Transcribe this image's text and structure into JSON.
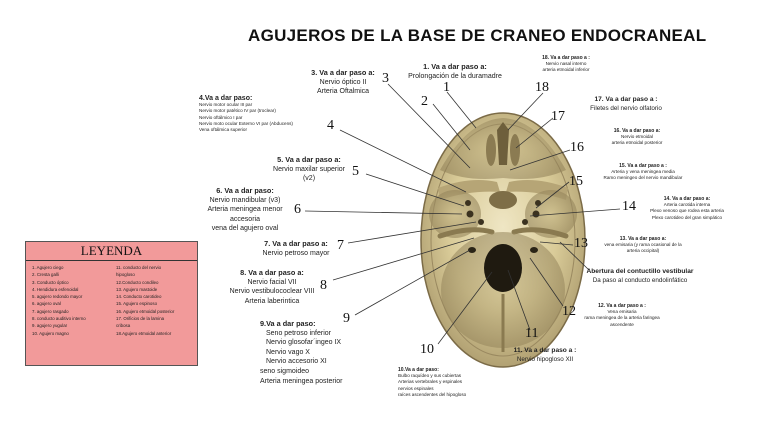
{
  "title": "AGUJEROS DE LA BASE DE CRANEO ENDOCRANEAL",
  "legend": {
    "title": "LEYENDA",
    "items_left": [
      "1. Agujero ciego",
      "2. Cresta galli",
      "3. Conducto óptico",
      "4. Hendidura esfenoidal",
      "5. agujero redondo mayor",
      "6. agujero oval",
      "7. agujero rasgado",
      "8. conducto auditivo interno",
      "9. agujero yugular",
      "10. Agujero magno"
    ],
    "items_right": [
      "11. conducto del nervio",
      "hipogloso",
      "12.Conducto condileo",
      "13. Agujero mastoide",
      "14. Conducto carotideo",
      "15. Agujero espinoso",
      "16. Agujero etmoidal posterior",
      "17. Orificios de la lamina",
      "cribosa",
      "18.Agujero etmoidal anterior"
    ]
  },
  "labels": [
    {
      "id": "1",
      "h": "1. Va a dar paso a:",
      "lines": [
        "Prolongación de la duramadre"
      ]
    },
    {
      "id": "2",
      "h": "",
      "lines": []
    },
    {
      "id": "3",
      "h": "3. Va a dar paso a:",
      "lines": [
        "Nervio óptico II",
        "Arteria Oftalmica"
      ]
    },
    {
      "id": "4",
      "h": "4.Va a dar paso:",
      "lines": [
        "Nervio motor ocular III par",
        "Nervio motor patético IV par (troclear)",
        "Nervio oftálmico I par",
        "Nervio moto ocular Externo VI par (Abducens)",
        "Vena oftálmica superior"
      ]
    },
    {
      "id": "5",
      "h": "5. Va a dar paso a:",
      "lines": [
        "Nervio maxilar superior",
        "(v2)"
      ]
    },
    {
      "id": "6",
      "h": "6. Va a dar paso:",
      "lines": [
        "Nervio mandibular (v3)",
        "Arteria meningea menor",
        "accesoria",
        "vena del agujero oval"
      ]
    },
    {
      "id": "7",
      "h": "7. Va a dar paso a:",
      "lines": [
        "Nervio petroso mayor"
      ]
    },
    {
      "id": "8",
      "h": "8. Va a dar paso a:",
      "lines": [
        "Nervio facial VII",
        "Nervio vestibulococlear VIII",
        "Arteria laberintica"
      ]
    },
    {
      "id": "9",
      "h": "9.Va a dar paso:",
      "lines": [
        "Seno petroso inferior",
        "Nervio glosofar´ingeo IX",
        "Nervio vago X",
        "Nervio accesorio XI",
        "seno sigmoideo",
        "Arteria meningea posterior"
      ]
    },
    {
      "id": "10",
      "h": "10.Va a dar paso:",
      "lines": [
        "Bulbo raquídeo y sus cubiertas",
        "Arterias vertebrales y espinales",
        "nervios espinales",
        "raíces ascendentes del hipogloso"
      ]
    },
    {
      "id": "11",
      "h": "11. Va a dar paso a :",
      "lines": [
        "Nervio hipogloso XII"
      ]
    },
    {
      "id": "12",
      "h": "12. Va a dar paso a :",
      "lines": [
        "Vena emisaria",
        "rama meningea de la arteria faringea",
        "ascendente"
      ]
    },
    {
      "id": "13",
      "h": "13. Va a dar paso a:",
      "lines": [
        "vena emisaria (y rama ocasional de la",
        "arteria occipital)"
      ]
    },
    {
      "id": "13b",
      "h": "Abertura del contuctillo vestibular",
      "lines": [
        "Da paso al conducto endolinfático"
      ]
    },
    {
      "id": "14",
      "h": "14. Va a dar paso a:",
      "lines": [
        "Arteria carotida interna",
        "Plexo venoso que rodea esta arteria",
        "Plexo carotideo del gran simpático"
      ]
    },
    {
      "id": "15",
      "h": "15. Va a dar paso a :",
      "lines": [
        "Arteria y vena meningea media",
        "Ramo meningeo  del nervio mandibular"
      ]
    },
    {
      "id": "16",
      "h": "16. Va a dar paso a:",
      "lines": [
        "Nervio etmoidal",
        "arteria etmoidal posterior"
      ]
    },
    {
      "id": "17",
      "h": "17. Va a dar paso a :",
      "lines": [
        "Filetes del nervio olfatorio"
      ]
    },
    {
      "id": "18",
      "h": "18. Va a dar paso a :",
      "lines": [
        "Nervio nasal interno",
        "arteria etmoidal inferior"
      ]
    }
  ],
  "numbers": [
    "1",
    "2",
    "3",
    "4",
    "5",
    "6",
    "7",
    "8",
    "9",
    "10",
    "11",
    "12",
    "13",
    "14",
    "15",
    "16",
    "17",
    "18"
  ]
}
